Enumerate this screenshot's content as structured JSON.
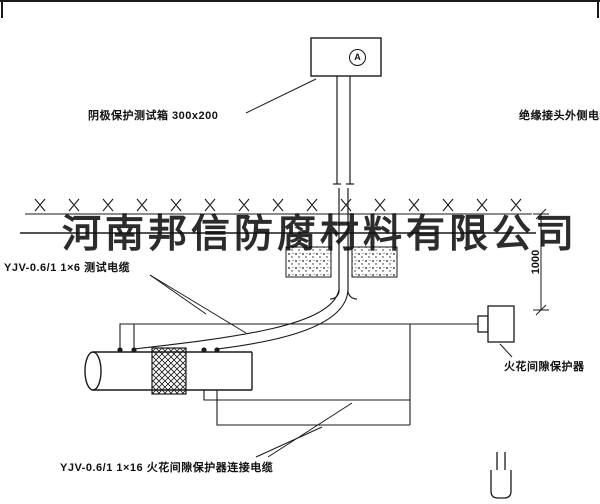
{
  "colors": {
    "line": "#1a1a1a",
    "background": "#ffffff",
    "watermark": "#141414"
  },
  "watermark": {
    "text": "河南邦信防腐材料有限公司"
  },
  "labels": {
    "test_box": "阴极保护测试箱 300x200",
    "outside_cable": "绝缘接头外侧电缆",
    "test_cable": "YJV-0.6/1 1×6  测试电缆",
    "spark_gap": "火花间隙保护器",
    "connect_cable": "YJV-0.6/1  1×16  火花间隙保护器连接电缆",
    "meter": "A",
    "dimension": "1000"
  }
}
